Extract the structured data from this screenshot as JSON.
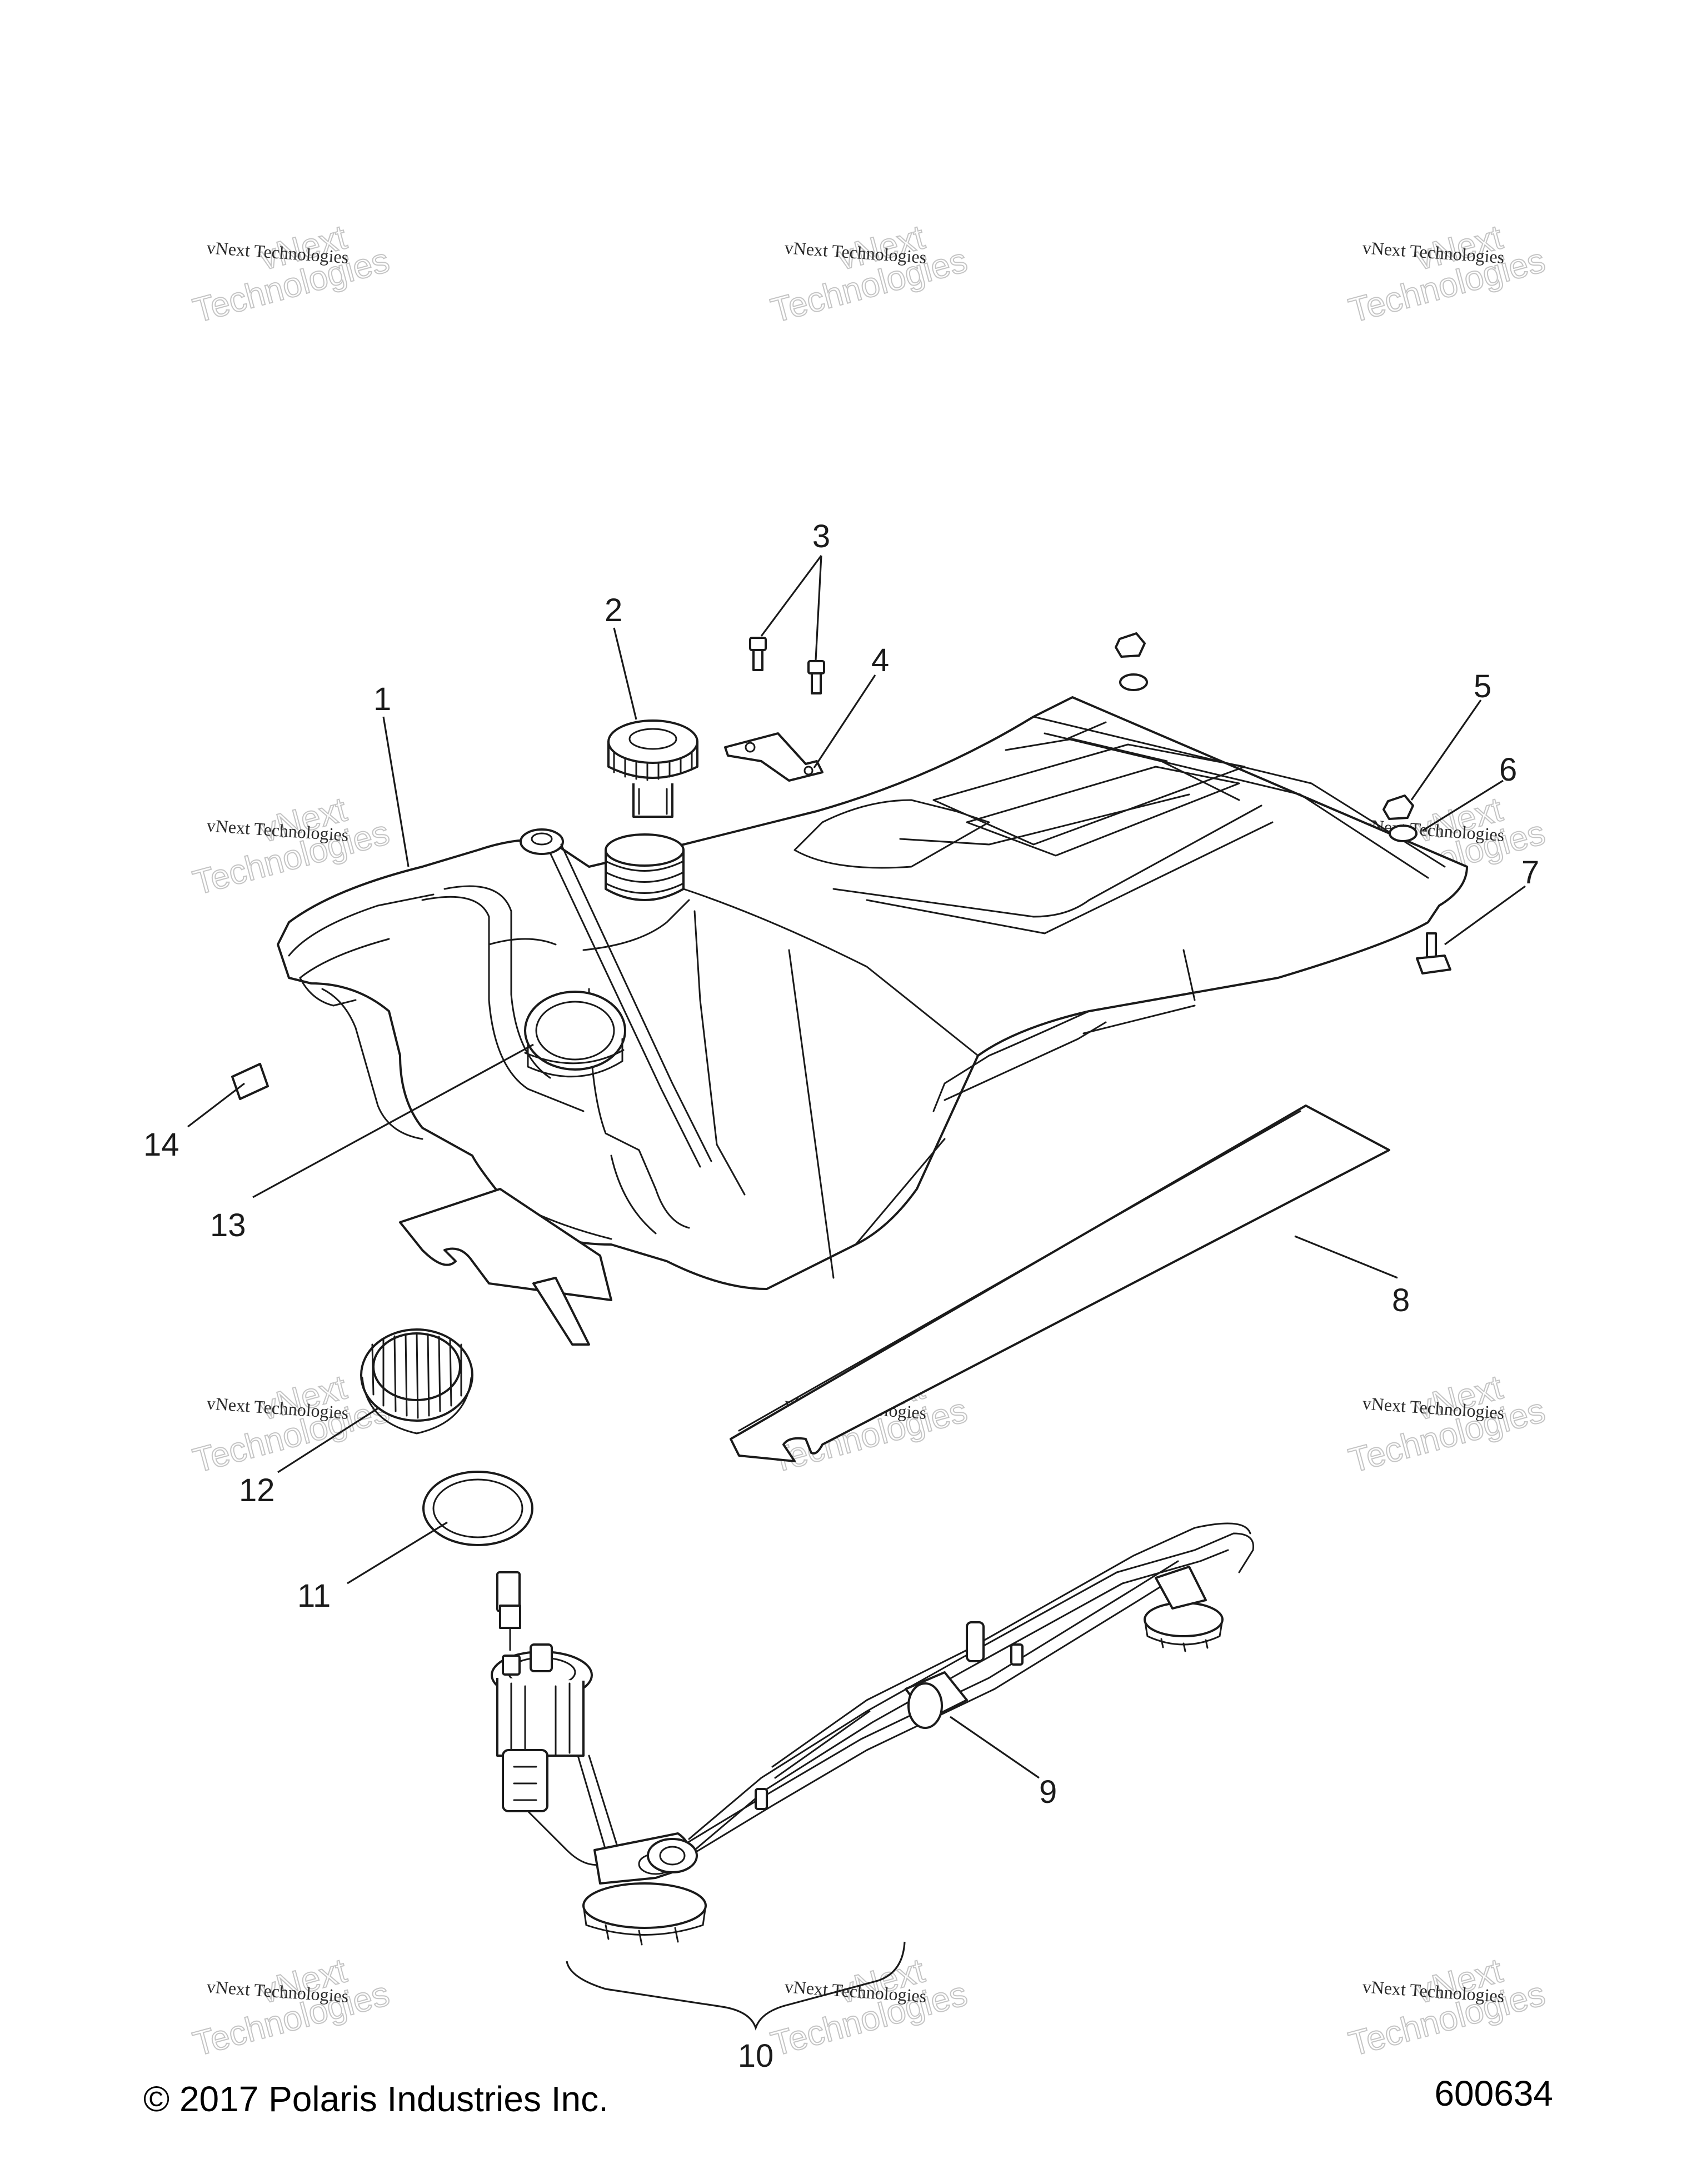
{
  "callouts": {
    "c1": "1",
    "c2": "2",
    "c3": "3",
    "c4": "4",
    "c5": "5",
    "c6": "6",
    "c7": "7",
    "c8": "8",
    "c9": "9",
    "c10": "10",
    "c11": "11",
    "c12": "12",
    "c13": "13",
    "c14": "14"
  },
  "footer": {
    "copyright": "© 2017 Polaris Industries Inc.",
    "figure_number": "600634"
  },
  "watermark": {
    "line1": "vNext Technologies",
    "line2": "vNext",
    "line3": "Technologies"
  }
}
